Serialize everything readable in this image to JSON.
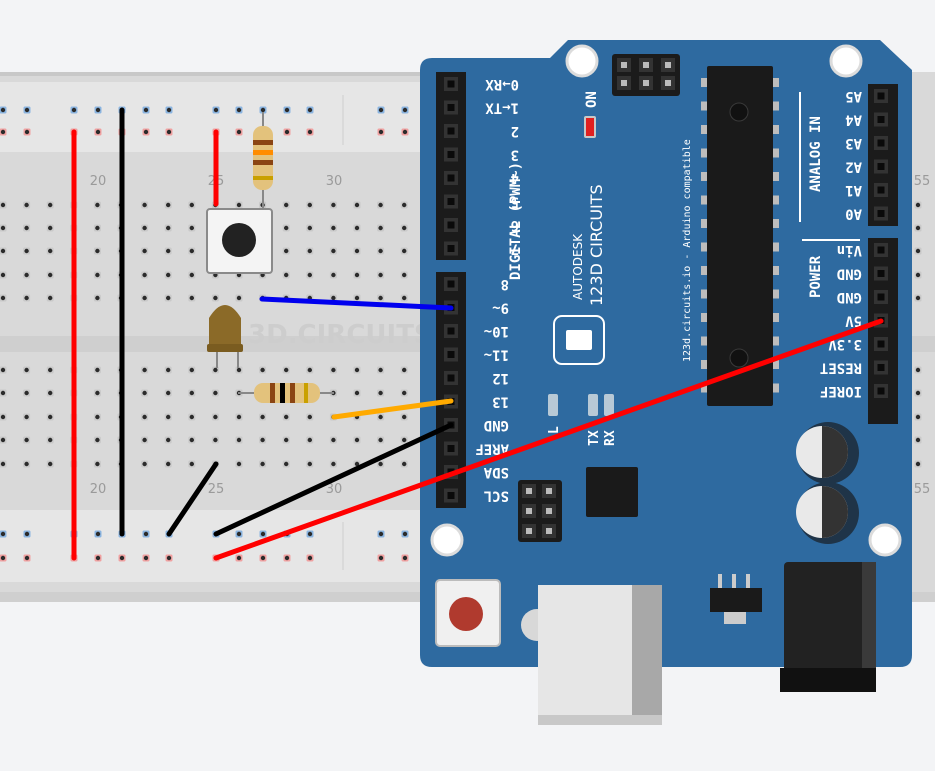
{
  "breadboard": {
    "column_labels_top": [
      "20",
      "25",
      "30",
      "55"
    ],
    "column_labels_bottom": [
      "20",
      "25",
      "30",
      "55"
    ],
    "watermark": "3D.CIRCUITS"
  },
  "arduino": {
    "brand_top": "AUTODESK",
    "brand_bottom": "123D CIRCUITS",
    "compatible_text": "123d.circuits.io - Arduino compatible",
    "digital_label": "DIGITAL (PWM~)",
    "on_label": "ON",
    "analog_label": "ANALOG IN",
    "power_label": "POWER",
    "led_labels": [
      "L",
      "TX",
      "RX"
    ],
    "digital_pins_upper": [
      "0→RX",
      "1←TX",
      "2",
      "3",
      "4",
      "5",
      "6",
      "7"
    ],
    "digital_pins_lower": [
      "8",
      "9~",
      "10~",
      "11~",
      "12",
      "13",
      "GND",
      "AREF",
      "SDA",
      "SCL"
    ],
    "analog_pins": [
      "A5",
      "A4",
      "A3",
      "A2",
      "A1",
      "A0"
    ],
    "power_pins": [
      "Vin",
      "GND",
      "GND",
      "5V",
      "3.3V",
      "RESET",
      "IOREF"
    ]
  },
  "colors": {
    "board": "#2e6aa0",
    "wire_red": "#ff0000",
    "wire_black": "#000000",
    "wire_blue": "#0000ee",
    "wire_orange": "#ffaa00"
  }
}
